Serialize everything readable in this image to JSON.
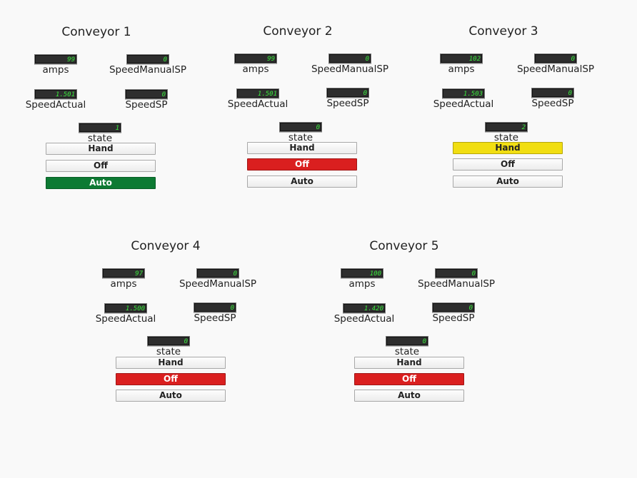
{
  "labels": {
    "amps": "amps",
    "speed_manual_sp": "SpeedManualSP",
    "speed_actual": "SpeedActual",
    "speed_sp": "SpeedSP",
    "state": "state",
    "hand": "Hand",
    "off": "Off",
    "auto": "Auto"
  },
  "colors": {
    "off_active": "#da1f1f",
    "auto_active": "#0d7a33",
    "hand_active": "#f1de12",
    "display_text": "#39e83c"
  },
  "conveyors": [
    {
      "title": "Conveyor 1",
      "amps": "99",
      "speed_manual_sp": "0",
      "speed_actual": "1.501",
      "speed_sp": "0",
      "state": "1",
      "active_mode": "auto"
    },
    {
      "title": "Conveyor 2",
      "amps": "99",
      "speed_manual_sp": "0",
      "speed_actual": "1.501",
      "speed_sp": "0",
      "state": "0",
      "active_mode": "off"
    },
    {
      "title": "Conveyor 3",
      "amps": "102",
      "speed_manual_sp": "0",
      "speed_actual": "1.503",
      "speed_sp": "0",
      "state": "2",
      "active_mode": "hand"
    },
    {
      "title": "Conveyor 4",
      "amps": "97",
      "speed_manual_sp": "0",
      "speed_actual": "1.500",
      "speed_sp": "0",
      "state": "0",
      "active_mode": "off"
    },
    {
      "title": "Conveyor 5",
      "amps": "100",
      "speed_manual_sp": "0",
      "speed_actual": "1.420",
      "speed_sp": "0",
      "state": "0",
      "active_mode": "off"
    }
  ]
}
